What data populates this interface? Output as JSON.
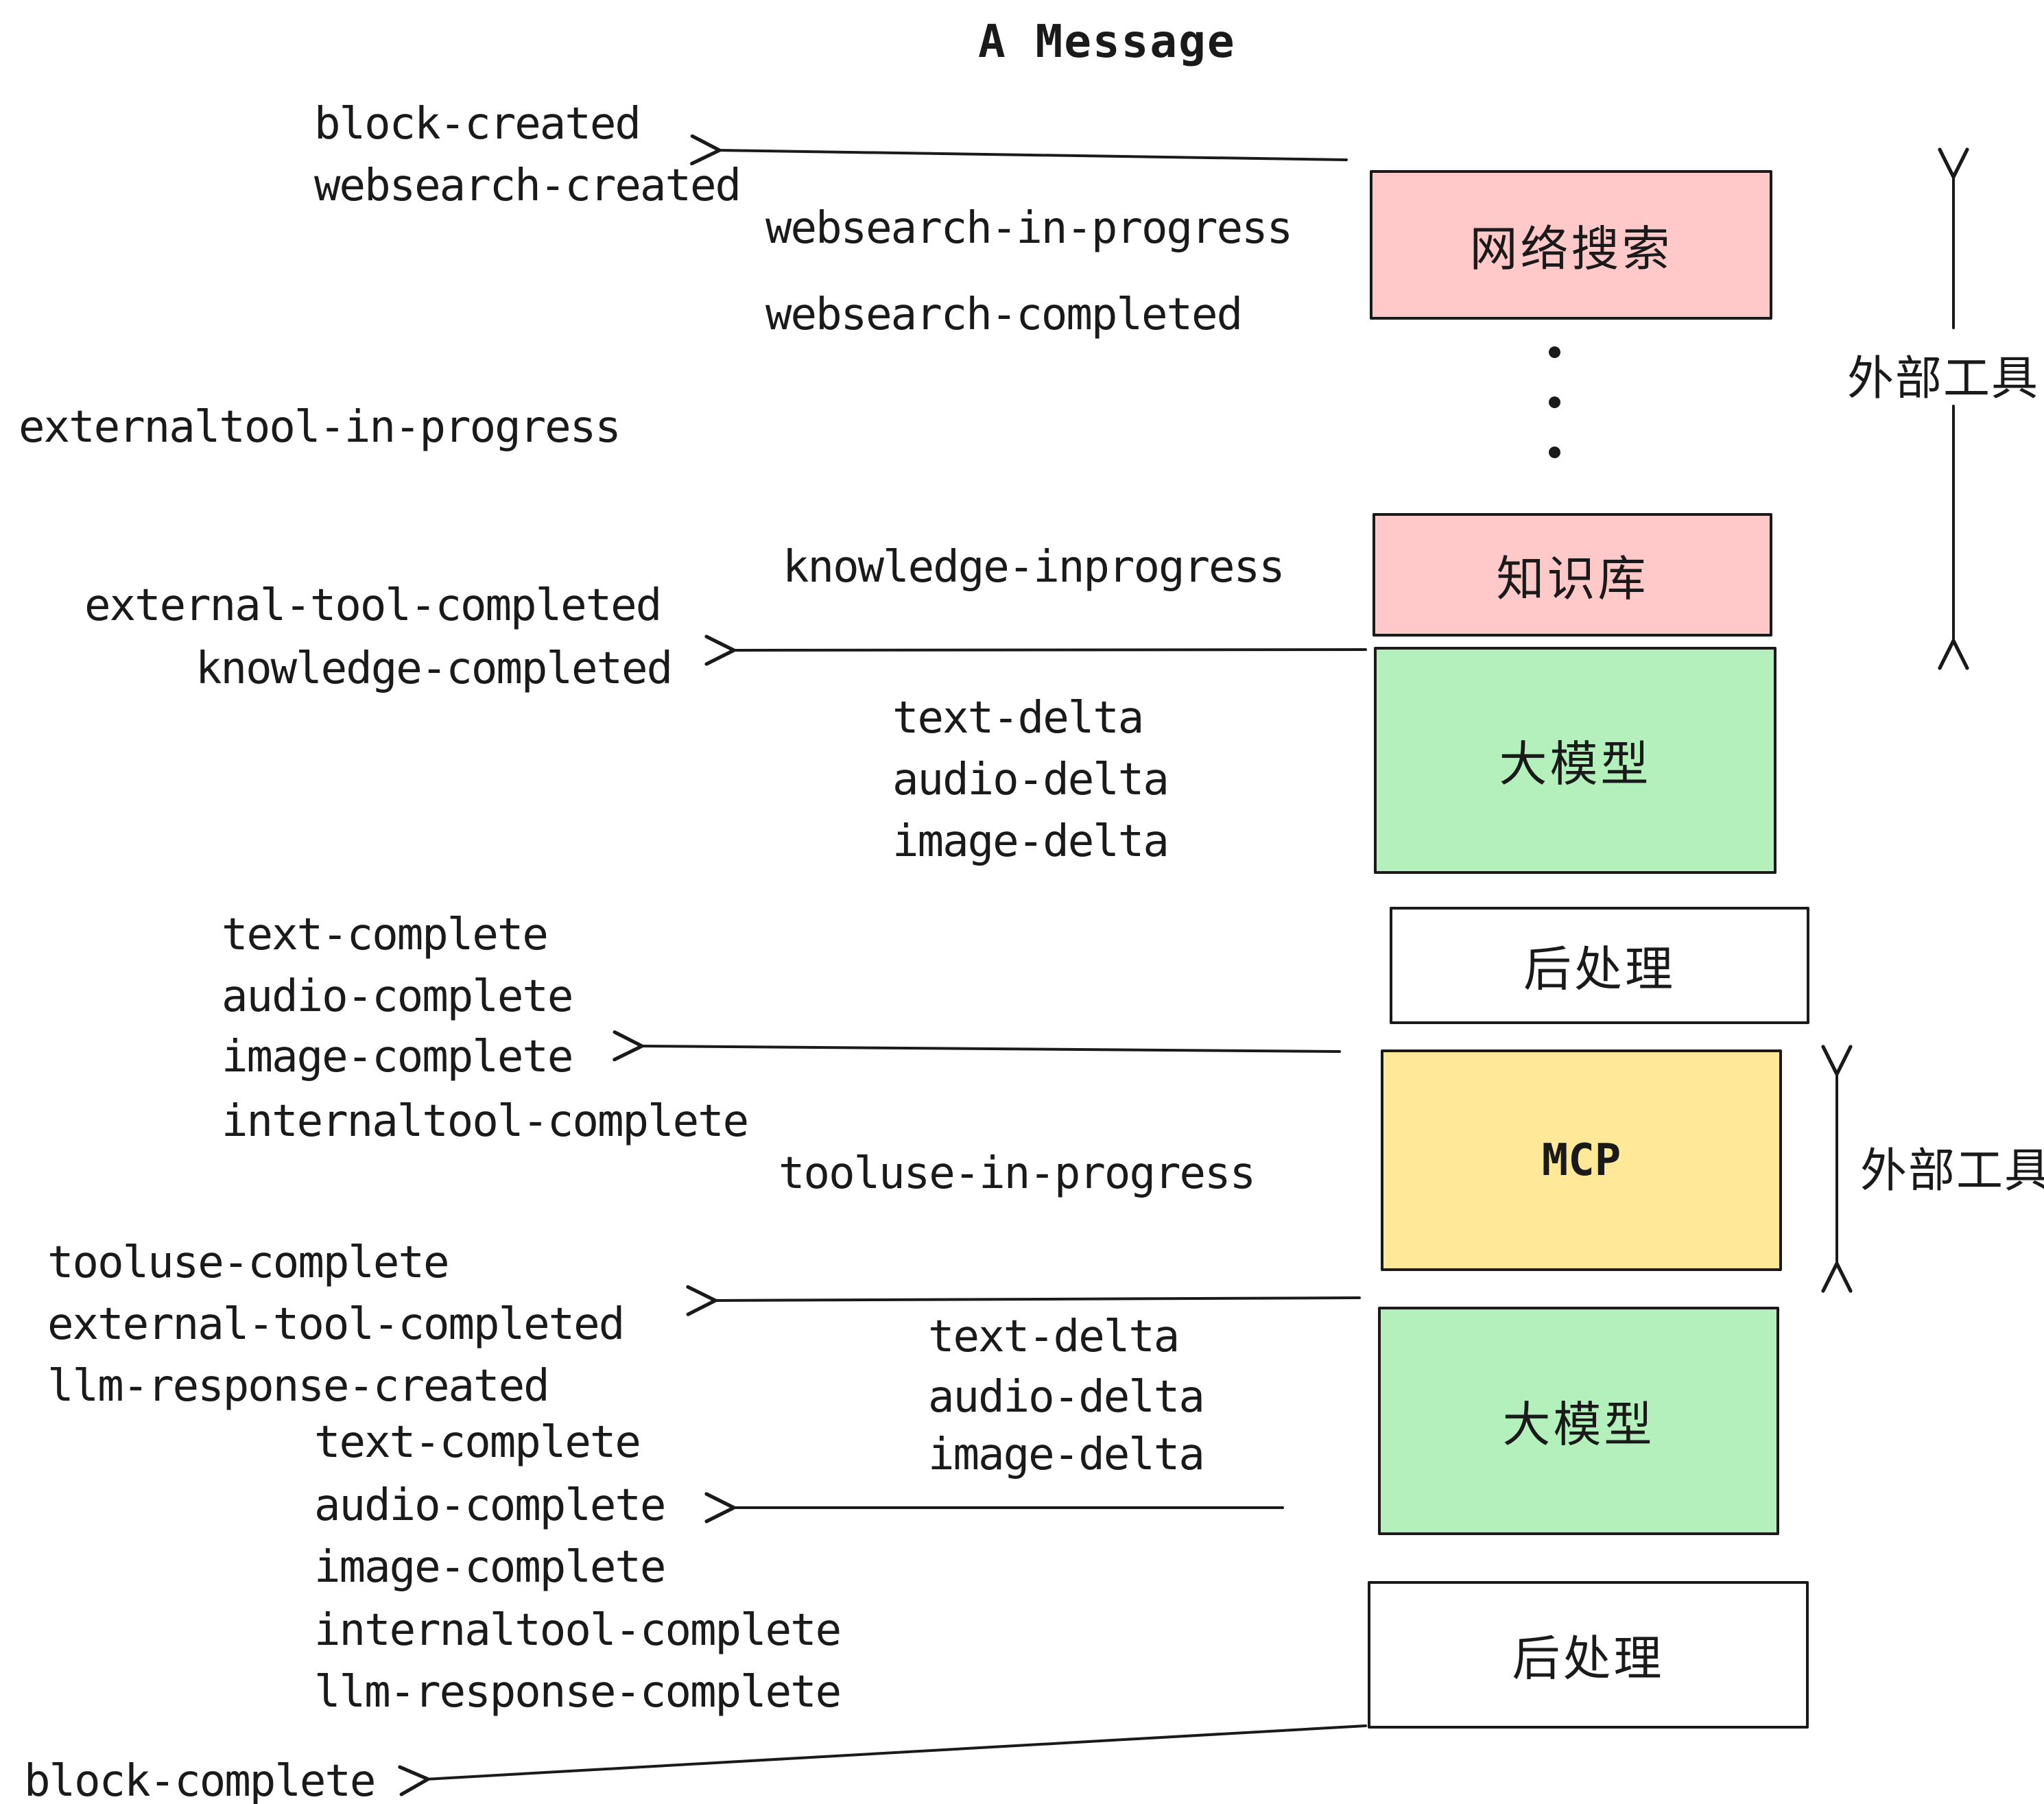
{
  "title": "A Message",
  "colors": {
    "pink": "#ffc9c9",
    "green": "#b4f0bb",
    "yellow": "#ffe999",
    "white": "#ffffff",
    "ink": "#1a1a1a"
  },
  "events": {
    "block_created": "block-created",
    "websearch_created": "websearch-created",
    "websearch_in_progress": "websearch-in-progress",
    "websearch_completed": "websearch-completed",
    "externaltool_in_progress": "externaltool-in-progress",
    "knowledge_inprogress": "knowledge-inprogress",
    "external_tool_completed_1": "external-tool-completed",
    "knowledge_completed": "knowledge-completed",
    "text_delta_1": "text-delta",
    "audio_delta_1": "audio-delta",
    "image_delta_1": "image-delta",
    "text_complete_1": "text-complete",
    "audio_complete_1": "audio-complete",
    "image_complete_1": "image-complete",
    "internaltool_complete_1": "internaltool-complete",
    "tooluse_in_progress": "tooluse-in-progress",
    "tooluse_complete": "tooluse-complete",
    "external_tool_completed_2": "external-tool-completed",
    "llm_response_created": "llm-response-created",
    "text_delta_2": "text-delta",
    "audio_delta_2": "audio-delta",
    "image_delta_2": "image-delta",
    "text_complete_2": "text-complete",
    "audio_complete_2": "audio-complete",
    "image_complete_2": "image-complete",
    "internaltool_complete_2": "internaltool-complete",
    "llm_response_complete": "llm-response-complete",
    "block_complete": "block-complete"
  },
  "boxes": {
    "websearch": {
      "label": "网络搜索",
      "color": "#ffc9c9"
    },
    "knowledge": {
      "label": "知识库",
      "color": "#ffc9c9"
    },
    "llm_1": {
      "label": "大模型",
      "color": "#b4f0bb"
    },
    "postprocess_1": {
      "label": "后处理",
      "color": "#ffffff"
    },
    "mcp": {
      "label": "MCP",
      "color": "#ffe999"
    },
    "llm_2": {
      "label": "大模型",
      "color": "#b4f0bb"
    },
    "postprocess_2": {
      "label": "后处理",
      "color": "#ffffff"
    }
  },
  "annotations": {
    "external_tools_1": "外部工具",
    "external_tools_2": "外部工具"
  }
}
